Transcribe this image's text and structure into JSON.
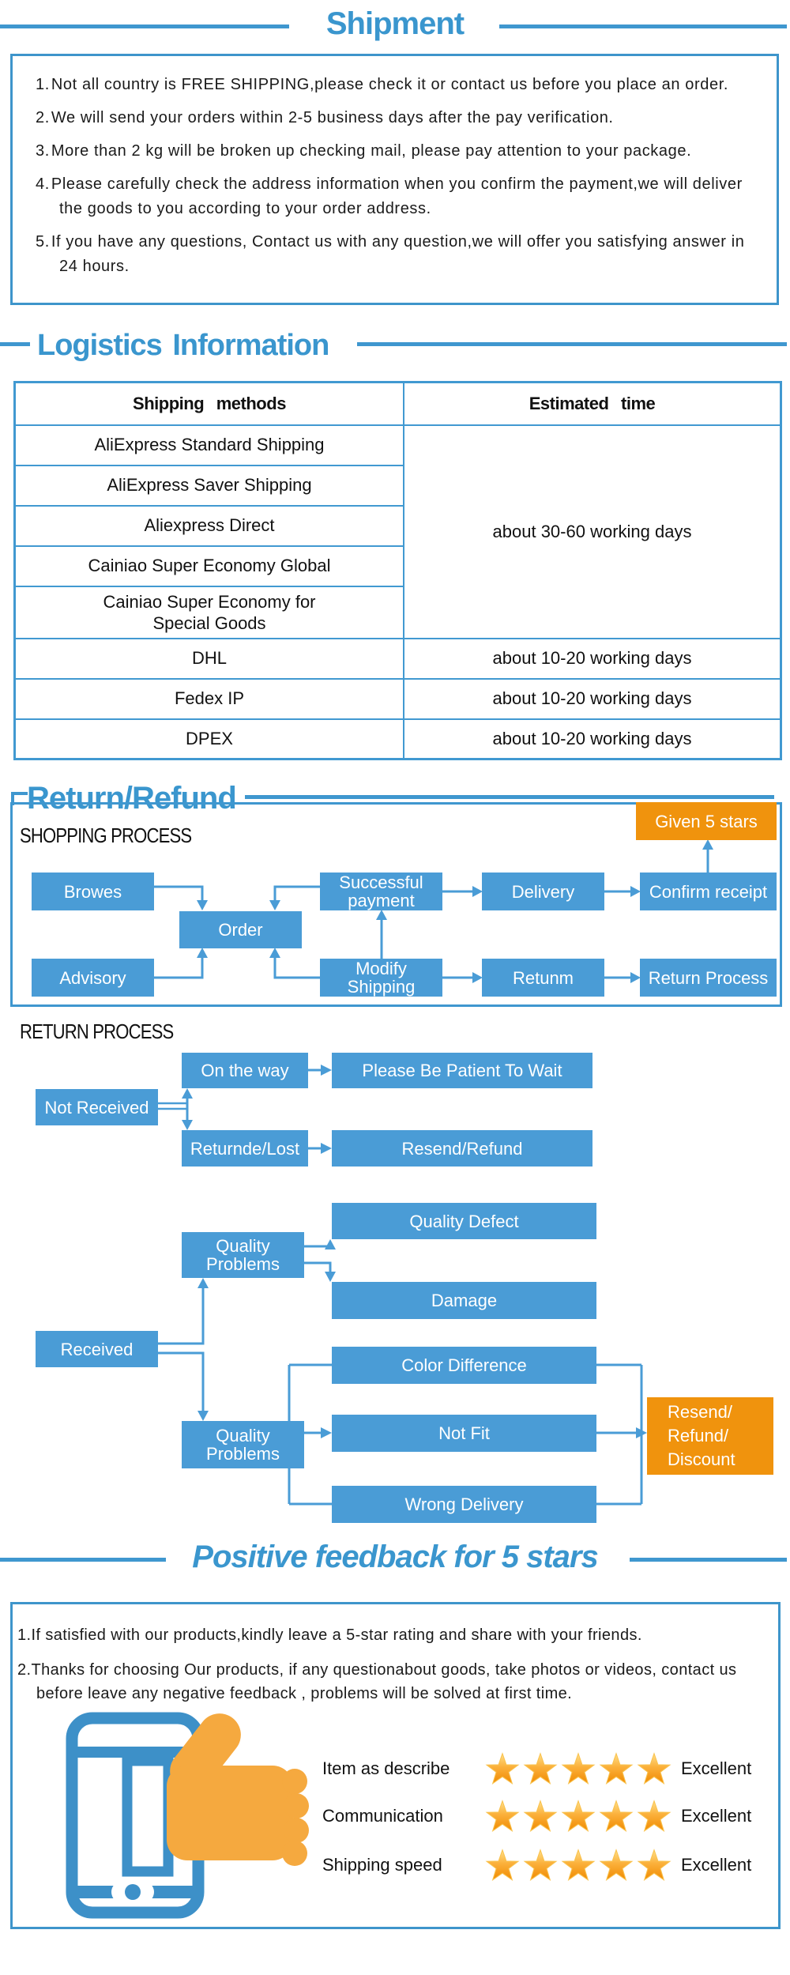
{
  "colors": {
    "accent_blue": "#3A96CE",
    "box_blue": "#4A9CD6",
    "border_blue": "#4199D1",
    "accent_orange": "#F0930D",
    "thumb_orange": "#F5A93F",
    "star_gold": "#FBB03B"
  },
  "shipment": {
    "title": "Shipment",
    "items": [
      {
        "num": "1.",
        "text": "Not all country is FREE SHIPPING,please check it or contact us before you place an order."
      },
      {
        "num": "2.",
        "text": "We will send your orders within 2-5 business days after the pay verification."
      },
      {
        "num": "3.",
        "text": "More than 2 kg will be broken up checking mail, please pay attention to your package."
      },
      {
        "num": "4.",
        "text": "Please carefully check the address information when you confirm the payment,we will deliver the goods to you according to your order address."
      },
      {
        "num": "5.",
        "text": "If you have any questions, Contact us with any question,we will offer you satisfying answer in 24 hours."
      }
    ]
  },
  "logistics": {
    "title": "Logistics  Information",
    "headers": {
      "method": "Shipping methods",
      "time": "Estimated time"
    },
    "group_rows": [
      "AliExpress Standard Shipping",
      "AliExpress Saver Shipping",
      "Aliexpress Direct",
      "Cainiao Super Economy Global",
      "Cainiao Super Economy for\nSpecial Goods"
    ],
    "group_time": "about 30-60 working days",
    "single_rows": [
      {
        "method": "DHL",
        "time": "about 10-20 working days"
      },
      {
        "method": "Fedex IP",
        "time": "about 10-20 working days"
      },
      {
        "method": "DPEX",
        "time": "about 10-20 working days"
      }
    ]
  },
  "return_refund": {
    "title": "Return/Refund",
    "shopping_label": "SHOPPING PROCESS",
    "return_label": "RETURN PROCESS",
    "nodes": {
      "given5": "Given 5 stars",
      "browes": "Browes",
      "order": "Order",
      "advisory": "Advisory",
      "successful_payment": "Successful\npayment",
      "modify_shipping": "Modify\nShipping",
      "delivery": "Delivery",
      "retunm": "Retunm",
      "confirm_receipt": "Confirm receipt",
      "return_process": "Return Process",
      "not_received": "Not Received",
      "on_the_way": "On the way",
      "patient": "Please Be Patient To Wait",
      "returnde_lost": "Returnde/Lost",
      "resend_refund": "Resend/Refund",
      "quality_problems": "Quality\nProblems",
      "quality_defect": "Quality Defect",
      "damage": "Damage",
      "received": "Received",
      "color_difference": "Color Difference",
      "not_fit": "Not Fit",
      "wrong_delivery": "Wrong Delivery",
      "resend_refund_discount": "Resend/\nRefund/\nDiscount"
    }
  },
  "feedback": {
    "title": "Positive feedback for 5 stars",
    "items": [
      {
        "num": "1.",
        "text": "If satisfied with our products,kindly leave a 5-star rating and share with your friends."
      },
      {
        "num": "2.",
        "text": "Thanks for choosing Our products, if any questionabout goods, take photos or videos, contact us before leave any negative feedback , problems will be solved at first time."
      }
    ],
    "ratings": [
      {
        "label": "Item as describe",
        "stars": 5,
        "value": "Excellent"
      },
      {
        "label": "Communication",
        "stars": 5,
        "value": "Excellent"
      },
      {
        "label": "Shipping speed",
        "stars": 5,
        "value": "Excellent"
      }
    ]
  }
}
